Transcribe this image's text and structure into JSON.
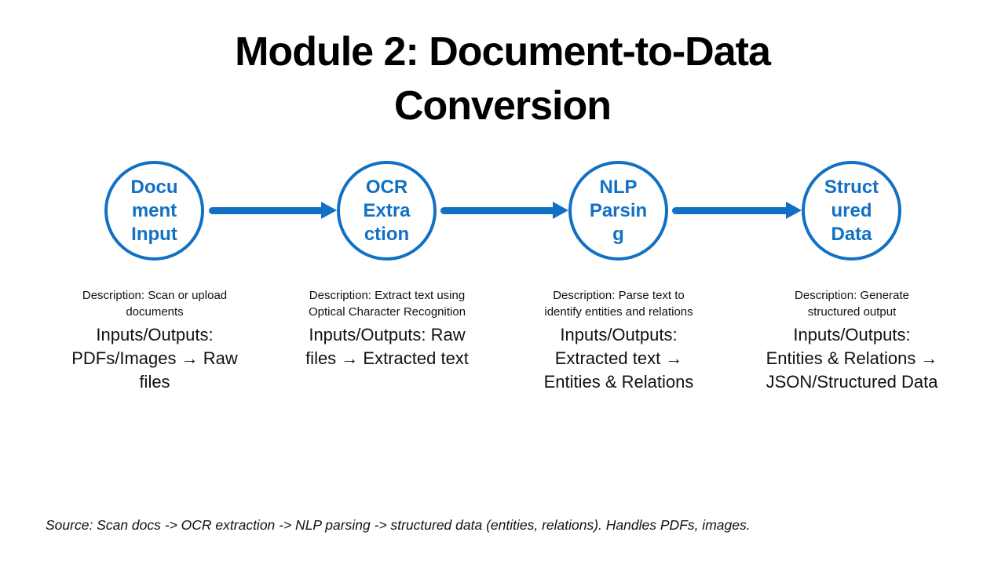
{
  "slide": {
    "title": "Module 2: Document-to-Data Conversion",
    "source_note": "Source: Scan docs -> OCR extraction -> NLP parsing -> structured data (entities, relations). Handles PDFs, images."
  },
  "colors": {
    "accent_blue": "#1270C4",
    "title_color": "#000000",
    "body_text_color": "#111111"
  },
  "flow": {
    "nodes": [
      {
        "label": "Document Input",
        "display_lines": "Docu\nment\nInput",
        "description": "Description: Scan or upload\ndocuments",
        "io": "Inputs/Outputs:\nPDFs/Images → Raw\nfiles"
      },
      {
        "label": "OCR Extraction",
        "display_lines": "OCR\nExtra\nction",
        "description": "Description: Extract text using\nOptical Character Recognition",
        "io": "Inputs/Outputs: Raw\nfiles → Extracted text"
      },
      {
        "label": "NLP Parsing",
        "display_lines": "NLP\nParsin\ng",
        "description": "Description: Parse text to\nidentify entities and relations",
        "io": "Inputs/Outputs:\nExtracted text →\nEntities & Relations"
      },
      {
        "label": "Structured Data",
        "display_lines": "Struct\nured\nData",
        "description": "Description: Generate\nstructured output",
        "io": "Inputs/Outputs:\nEntities & Relations →\nJSON/Structured Data"
      }
    ]
  }
}
